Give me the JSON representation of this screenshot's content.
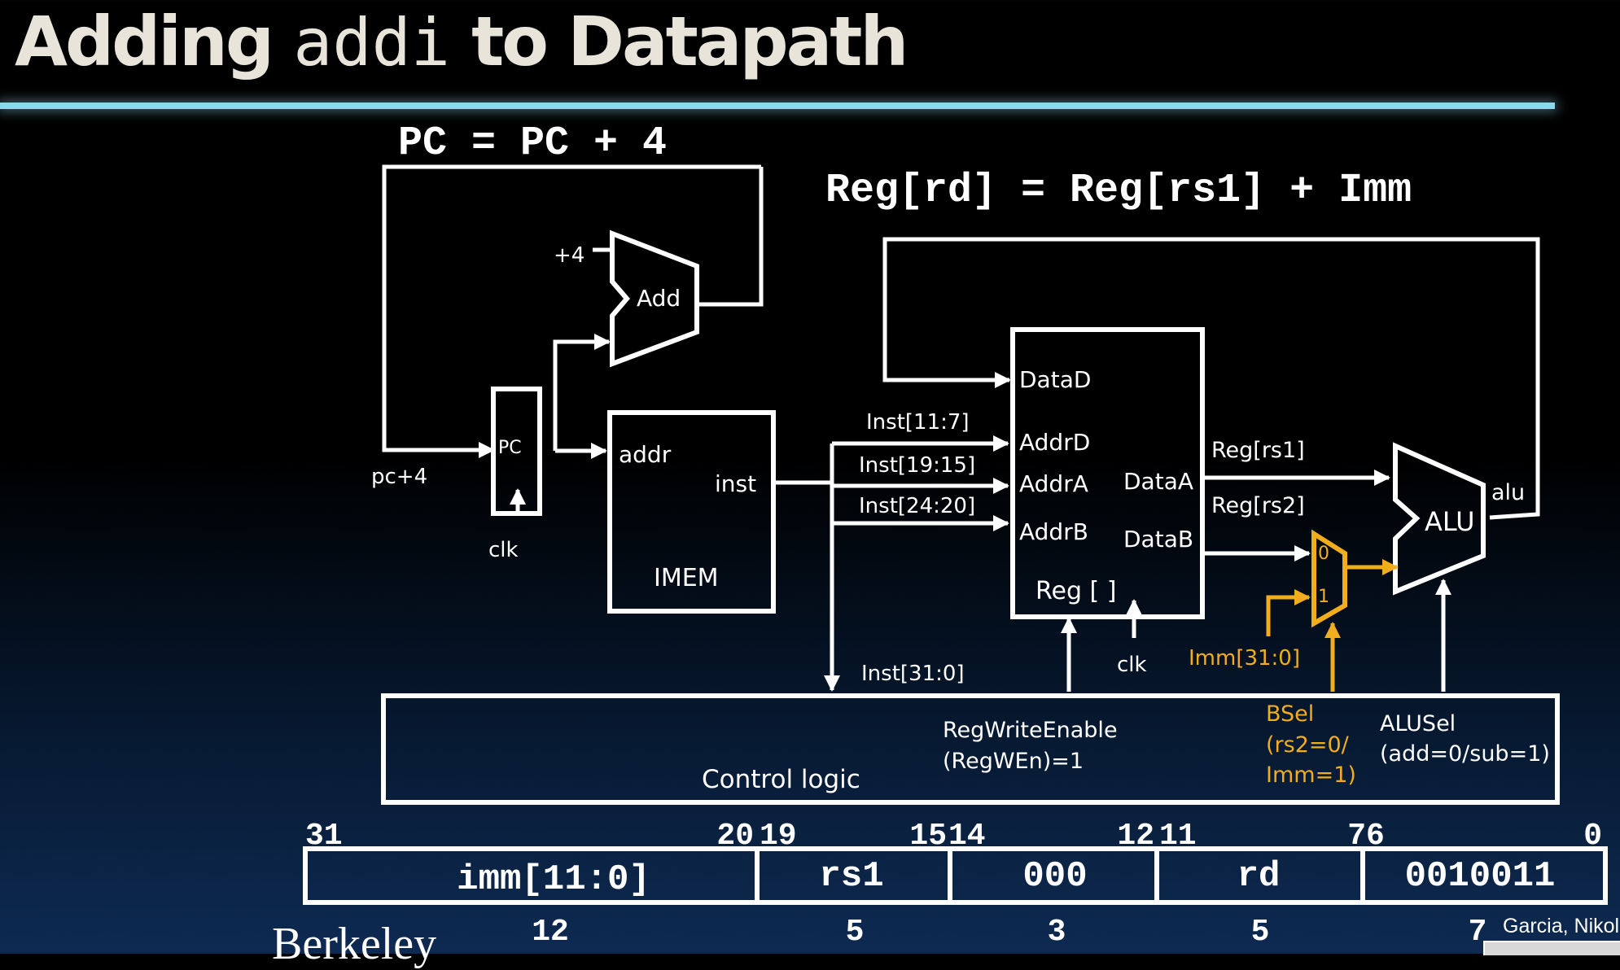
{
  "slide": {
    "title_pre": "Adding ",
    "title_code": "addi",
    "title_post": " to Datapath",
    "pc_equation": "PC = PC + 4",
    "reg_equation": "Reg[rd] = Reg[rs1] + Imm"
  },
  "pc_logic": {
    "plus4": "+4",
    "adder": "Add",
    "pc": "PC",
    "pc_plus4": "pc+4",
    "clk": "clk"
  },
  "imem": {
    "addr": "addr",
    "inst": "inst",
    "name": "IMEM"
  },
  "inst_fields": {
    "rd": "Inst[11:7]",
    "rs1": "Inst[19:15]",
    "rs2": "Inst[24:20]",
    "full": "Inst[31:0]"
  },
  "regfile": {
    "data_d": "DataD",
    "addr_d": "AddrD",
    "addr_a": "AddrA",
    "addr_b": "AddrB",
    "data_a": "DataA",
    "data_b": "DataB",
    "name": "Reg [ ]",
    "clk": "clk"
  },
  "signals": {
    "reg_rs1": "Reg[rs1]",
    "reg_rs2": "Reg[rs2]",
    "alu": "alu"
  },
  "alu": {
    "label": "ALU"
  },
  "mux": {
    "in0": "0",
    "in1": "1"
  },
  "imm": "Imm[31:0]",
  "control": {
    "label": "Control logic",
    "regwen_line1": "RegWriteEnable",
    "regwen_line2": "(RegWEn)=1",
    "bsel_line1": "BSel",
    "bsel_line2": "(rs2=0/",
    "bsel_line3": "Imm=1)",
    "alusel_line1": "ALUSel",
    "alusel_line2": "(add=0/sub=1)"
  },
  "encoding": {
    "bit_labels": [
      "31",
      "20",
      "19",
      "15",
      "14",
      "12",
      "11",
      "7",
      "6",
      "0"
    ],
    "fields": [
      {
        "name": "imm[11:0]",
        "width": "12"
      },
      {
        "name": "rs1",
        "width": "5"
      },
      {
        "name": "000",
        "width": "3"
      },
      {
        "name": "rd",
        "width": "5"
      },
      {
        "name": "0010011",
        "width": "7"
      }
    ]
  },
  "footer": {
    "logo": "Berkeley",
    "credit": "Garcia, Nikolić"
  },
  "colors": {
    "wire": "#ffffff",
    "highlight": "#f2ad1f",
    "title": "#e9e4da",
    "rule": "#8ed8ee"
  }
}
